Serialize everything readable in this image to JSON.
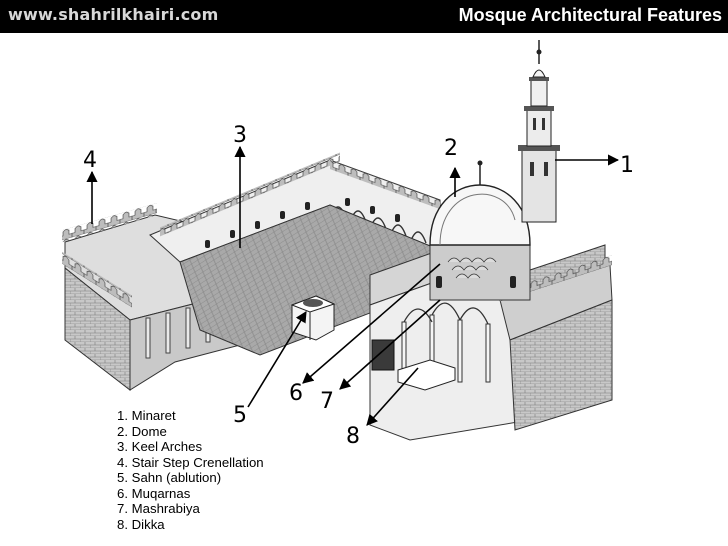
{
  "header": {
    "site": "www.shahrilkhairi.com",
    "title": "Mosque Architectural Features"
  },
  "callouts": [
    "1",
    "2",
    "3",
    "4",
    "5",
    "6",
    "7",
    "8"
  ],
  "legend": [
    "1. Minaret",
    "2. Dome",
    "3. Keel Arches",
    "4. Stair Step Crenellation",
    "5. Sahn (ablution)",
    "6. Muqarnas",
    "7. Mashrabiya",
    "8. Dikka"
  ]
}
